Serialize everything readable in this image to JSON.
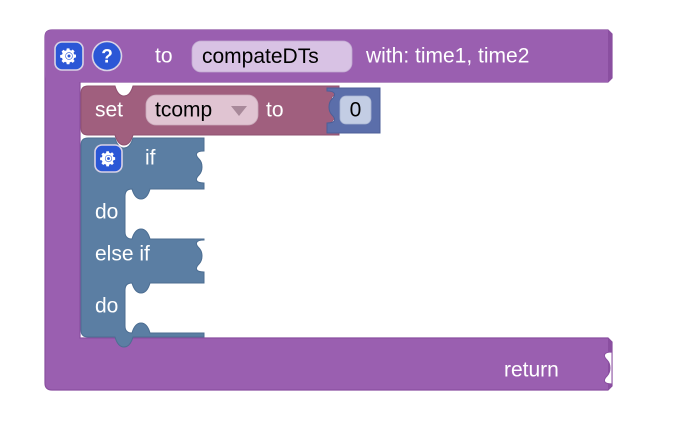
{
  "workspace": {
    "background_color": "#ffffff"
  },
  "procedure_block": {
    "name": "procedure-definition-block",
    "color": "#9a5fb0",
    "color_dark": "#8a4fa0",
    "header": {
      "mutator_icon": "gear-icon",
      "help_icon": "question-mark-icon",
      "to_label": "to",
      "procedure_name": "compateDTs",
      "procedure_name_field_color": "#d8c2e4",
      "with_label": "with: time1, time2"
    },
    "footer": {
      "return_label": "return",
      "return_socket": "empty"
    }
  },
  "set_block": {
    "name": "variables-set-block",
    "color": "#a05f7e",
    "color_dark": "#8f5070",
    "set_label": "set",
    "variable_name": "tcomp",
    "variable_field_color": "#e0c4d2",
    "dropdown_icon": "chevron-down-icon",
    "to_label": "to"
  },
  "number_block": {
    "name": "math-number-block",
    "color": "#5b6eaa",
    "color_dark": "#4d5f98",
    "field_color": "#c3cde4",
    "value": "0"
  },
  "if_block": {
    "name": "controls-if-block",
    "color": "#5b7ea3",
    "color_dark": "#4d6e92",
    "mutator_icon": "gear-icon",
    "rows": [
      {
        "label": "if",
        "socket": "value",
        "filled": false
      },
      {
        "label": "do",
        "socket": "statement",
        "filled": false
      },
      {
        "label": "else if",
        "socket": "value",
        "filled": false
      },
      {
        "label": "do",
        "socket": "statement",
        "filled": false
      }
    ]
  },
  "icons": {
    "gear": "gear-icon",
    "question": "question-mark-icon",
    "chevron_down": "chevron-down-icon"
  }
}
